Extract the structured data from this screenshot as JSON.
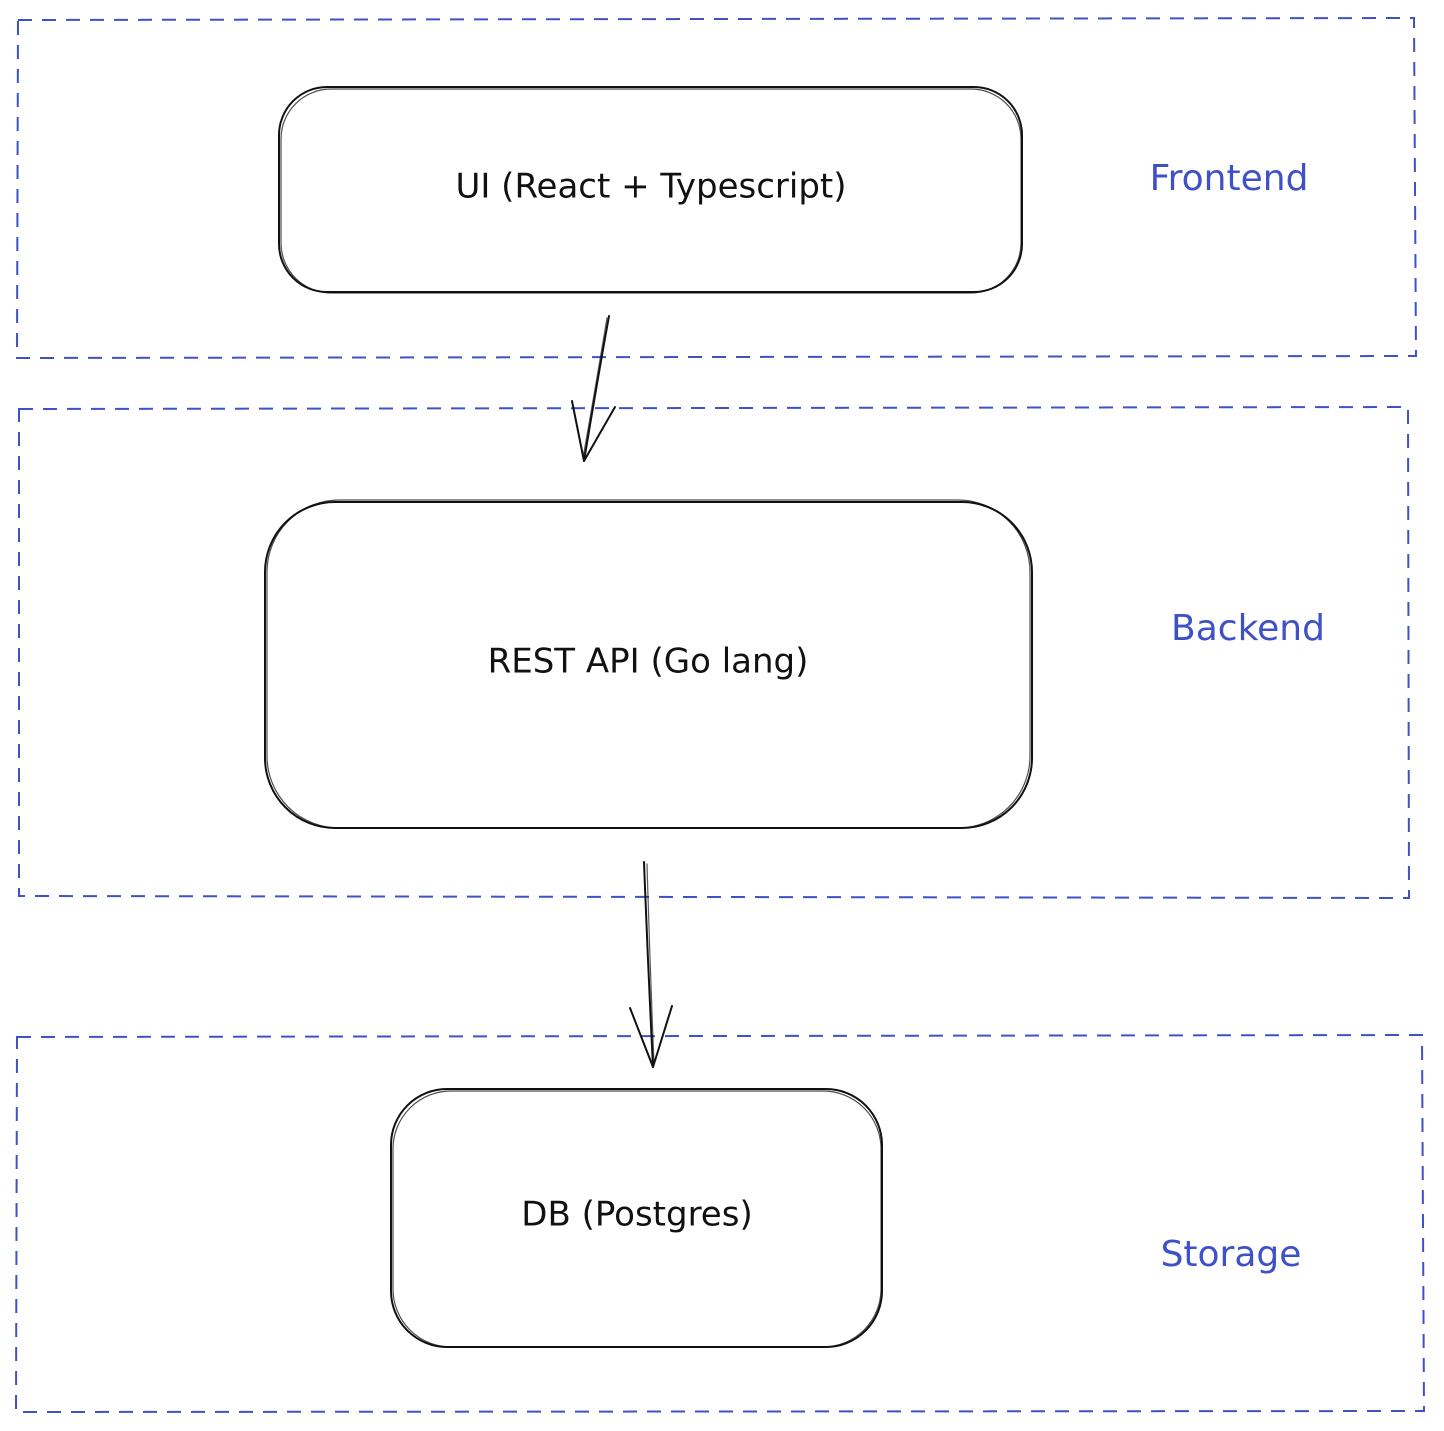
{
  "colors": {
    "group_border": "#3f51c6",
    "group_label": "#3f51c6",
    "node_border": "#111111",
    "node_text": "#111111",
    "arrow": "#111111",
    "background": "#ffffff"
  },
  "groups": {
    "frontend": {
      "label": "Frontend"
    },
    "backend": {
      "label": "Backend"
    },
    "storage": {
      "label": "Storage"
    }
  },
  "nodes": {
    "ui": {
      "label": "UI (React + Typescript)"
    },
    "api": {
      "label": "REST API (Go lang)"
    },
    "db": {
      "label": "DB (Postgres)"
    }
  },
  "edges": [
    {
      "from": "UI (React + Typescript)",
      "to": "REST API (Go lang)"
    },
    {
      "from": "REST API (Go lang)",
      "to": "DB (Postgres)"
    }
  ]
}
